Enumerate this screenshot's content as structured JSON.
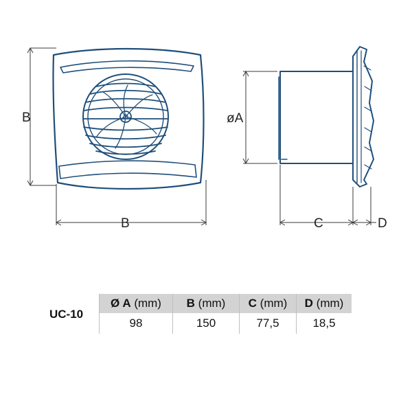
{
  "colors": {
    "outline": "#1e4e7a",
    "dimension": "#3a3a3a",
    "header_bg": "#d3d3d3"
  },
  "labels": {
    "b_vertical": "B",
    "b_horizontal": "B",
    "diameter_a": "øA",
    "c": "C",
    "d": "D"
  },
  "spec_table": {
    "model": "UC-10",
    "headers": [
      {
        "key": "Ø A",
        "unit": "(mm)"
      },
      {
        "key": "B",
        "unit": "(mm)"
      },
      {
        "key": "C",
        "unit": "(mm)"
      },
      {
        "key": "D",
        "unit": "(mm)"
      }
    ],
    "values": [
      "98",
      "150",
      "77,5",
      "18,5"
    ]
  }
}
